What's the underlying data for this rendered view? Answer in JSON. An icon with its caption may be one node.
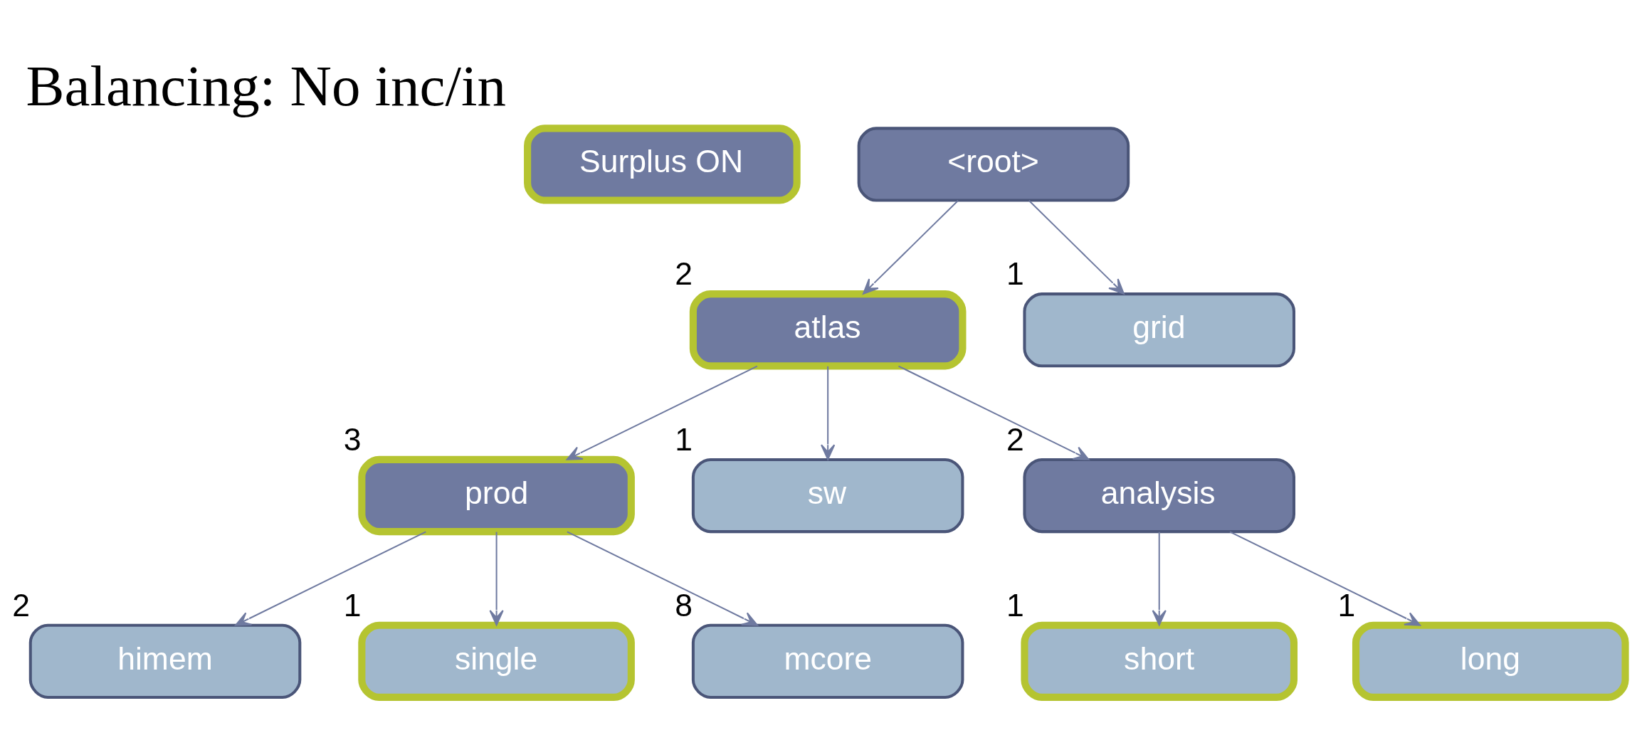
{
  "diagram": {
    "title": "Balancing: No inc/in",
    "nodes": [
      {
        "text": [
          "Surplus ON"
        ]
      },
      {
        "text": [
          "<root>"
        ]
      },
      {
        "text": [
          "atlas"
        ],
        "beside": [
          "2"
        ]
      },
      {
        "text": [
          "grid"
        ],
        "beside": [
          "1"
        ]
      },
      {
        "text": [
          "prod"
        ],
        "beside": [
          "3"
        ]
      },
      {
        "text": [
          "sw"
        ],
        "beside": [
          "1"
        ]
      },
      {
        "text": [
          "analysis"
        ],
        "beside": [
          "2"
        ]
      },
      {
        "text": [
          "himem"
        ],
        "beside": [
          "2"
        ]
      },
      {
        "text": [
          "single"
        ],
        "beside": [
          "1"
        ]
      },
      {
        "text": [
          "mcore"
        ],
        "beside": [
          "8"
        ]
      },
      {
        "text": [
          "short"
        ],
        "beside": [
          "1"
        ]
      },
      {
        "text": [
          "long"
        ],
        "beside": [
          "1"
        ]
      }
    ],
    "edges": [
      {
        "from": 1,
        "to": 2,
        "arrow": "to"
      },
      {
        "from": 1,
        "to": 3,
        "arrow": "to"
      },
      {
        "from": 2,
        "to": 4,
        "arrow": "to"
      },
      {
        "from": 2,
        "to": 5,
        "arrow": "to"
      },
      {
        "from": 2,
        "to": 6,
        "arrow": "to"
      },
      {
        "from": 4,
        "to": 7,
        "arrow": "to"
      },
      {
        "from": 4,
        "to": 8,
        "arrow": "to"
      },
      {
        "from": 4,
        "to": 9,
        "arrow": "to"
      },
      {
        "from": 6,
        "to": 10,
        "arrow": "to"
      },
      {
        "from": 6,
        "to": 11,
        "arrow": "to"
      }
    ]
  }
}
